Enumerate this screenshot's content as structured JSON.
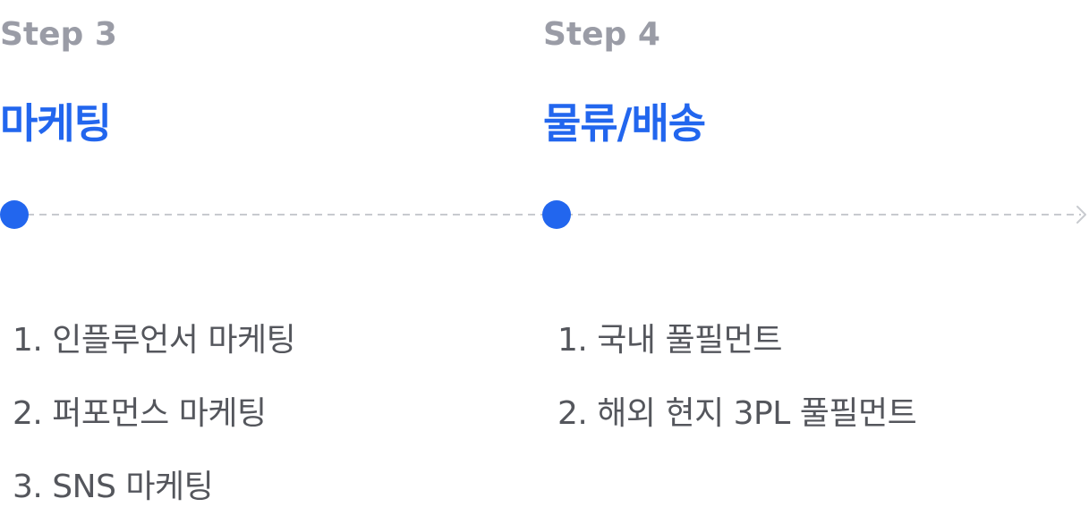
{
  "colors": {
    "accent": "#2266ee",
    "step_label": "#9a9ca6",
    "item_text": "#54565c",
    "line": "#c8cacf"
  },
  "steps": [
    {
      "label": "Step 3",
      "title": "마케팅",
      "items": [
        "1. 인플루언서 마케팅",
        "2. 퍼포먼스 마케팅",
        "3. SNS 마케팅"
      ]
    },
    {
      "label": "Step 4",
      "title": "물류/배송",
      "items": [
        "1. 국내 풀필먼트",
        "2. 해외 현지 3PL 풀필먼트"
      ]
    }
  ],
  "timeline": {
    "end_icon": "chevron-right-icon"
  }
}
